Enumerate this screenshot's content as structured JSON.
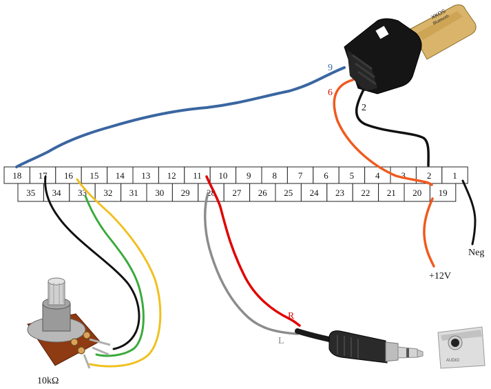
{
  "connector": {
    "top_row": [
      "18",
      "17",
      "16",
      "15",
      "14",
      "13",
      "12",
      "11",
      "10",
      "9",
      "8",
      "7",
      "6",
      "5",
      "4",
      "3",
      "2",
      "1"
    ],
    "bottom_row": [
      "35",
      "34",
      "33",
      "32",
      "31",
      "30",
      "29",
      "28",
      "27",
      "26",
      "25",
      "24",
      "23",
      "22",
      "21",
      "20",
      "19"
    ]
  },
  "labels": {
    "wire_9": "9",
    "wire_6": "6",
    "wire_2": "2",
    "neg": "Neg",
    "plus12v": "+12V",
    "right": "R",
    "left": "L",
    "resistance": "10kΩ"
  },
  "module_text": {
    "brand": "XKOS",
    "subtitle": "Bluetooth"
  },
  "jack_panel_text": "AUDIO",
  "colors": {
    "blue_wire": "#3a66a0",
    "orange_wire": "#f05a1e",
    "red_wire": "#e00000",
    "black_wire": "#111111",
    "gray_wire": "#8c8c8c",
    "yellow_wire": "#f0c020",
    "green_wire": "#3aaa3a",
    "label_blue": "#3a66a0",
    "label_red": "#d01010",
    "label_gray": "#888888"
  }
}
